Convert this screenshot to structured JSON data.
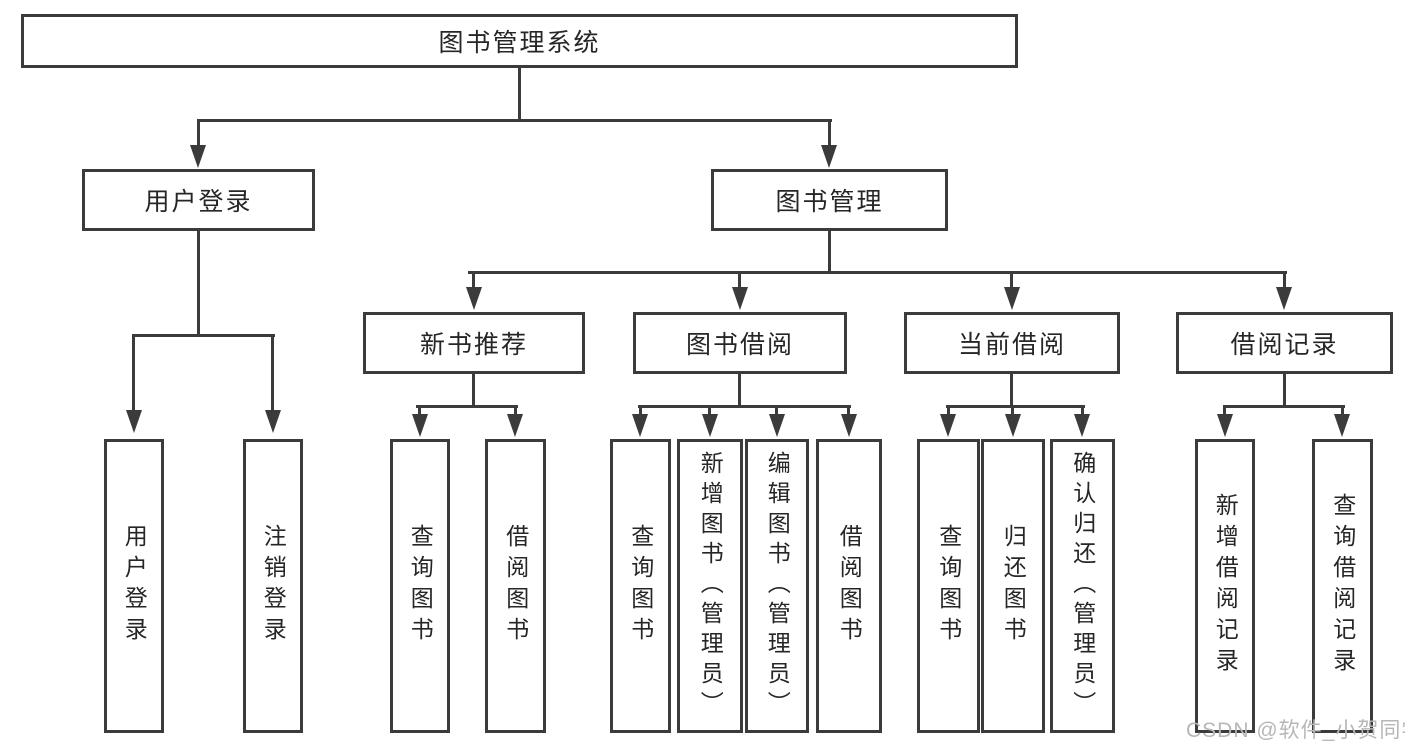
{
  "tree": {
    "root": {
      "label": "图书管理系统"
    },
    "branches": [
      {
        "label": "用户登录",
        "children": [
          {
            "label": "用户登录"
          },
          {
            "label": "注销登录"
          }
        ]
      },
      {
        "label": "图书管理",
        "children": [
          {
            "label": "新书推荐",
            "children": [
              {
                "label": "查询图书"
              },
              {
                "label": "借阅图书"
              }
            ]
          },
          {
            "label": "图书借阅",
            "children": [
              {
                "label": "查询图书"
              },
              {
                "label": "新增图书（管理员）"
              },
              {
                "label": "编辑图书（管理员）"
              },
              {
                "label": "借阅图书"
              }
            ]
          },
          {
            "label": "当前借阅",
            "children": [
              {
                "label": "查询图书"
              },
              {
                "label": "归还图书"
              },
              {
                "label": "确认归还（管理员）"
              }
            ]
          },
          {
            "label": "借阅记录",
            "children": [
              {
                "label": "新增借阅记录"
              },
              {
                "label": "查询借阅记录"
              }
            ]
          }
        ]
      }
    ]
  },
  "watermark": {
    "text": "CSDN @软件_小贺同学"
  },
  "colors": {
    "line": "#3b3b3b",
    "box_border": "#3b3b3b",
    "text": "#262626",
    "watermark": "#b7b7b7",
    "background": "#ffffff"
  }
}
